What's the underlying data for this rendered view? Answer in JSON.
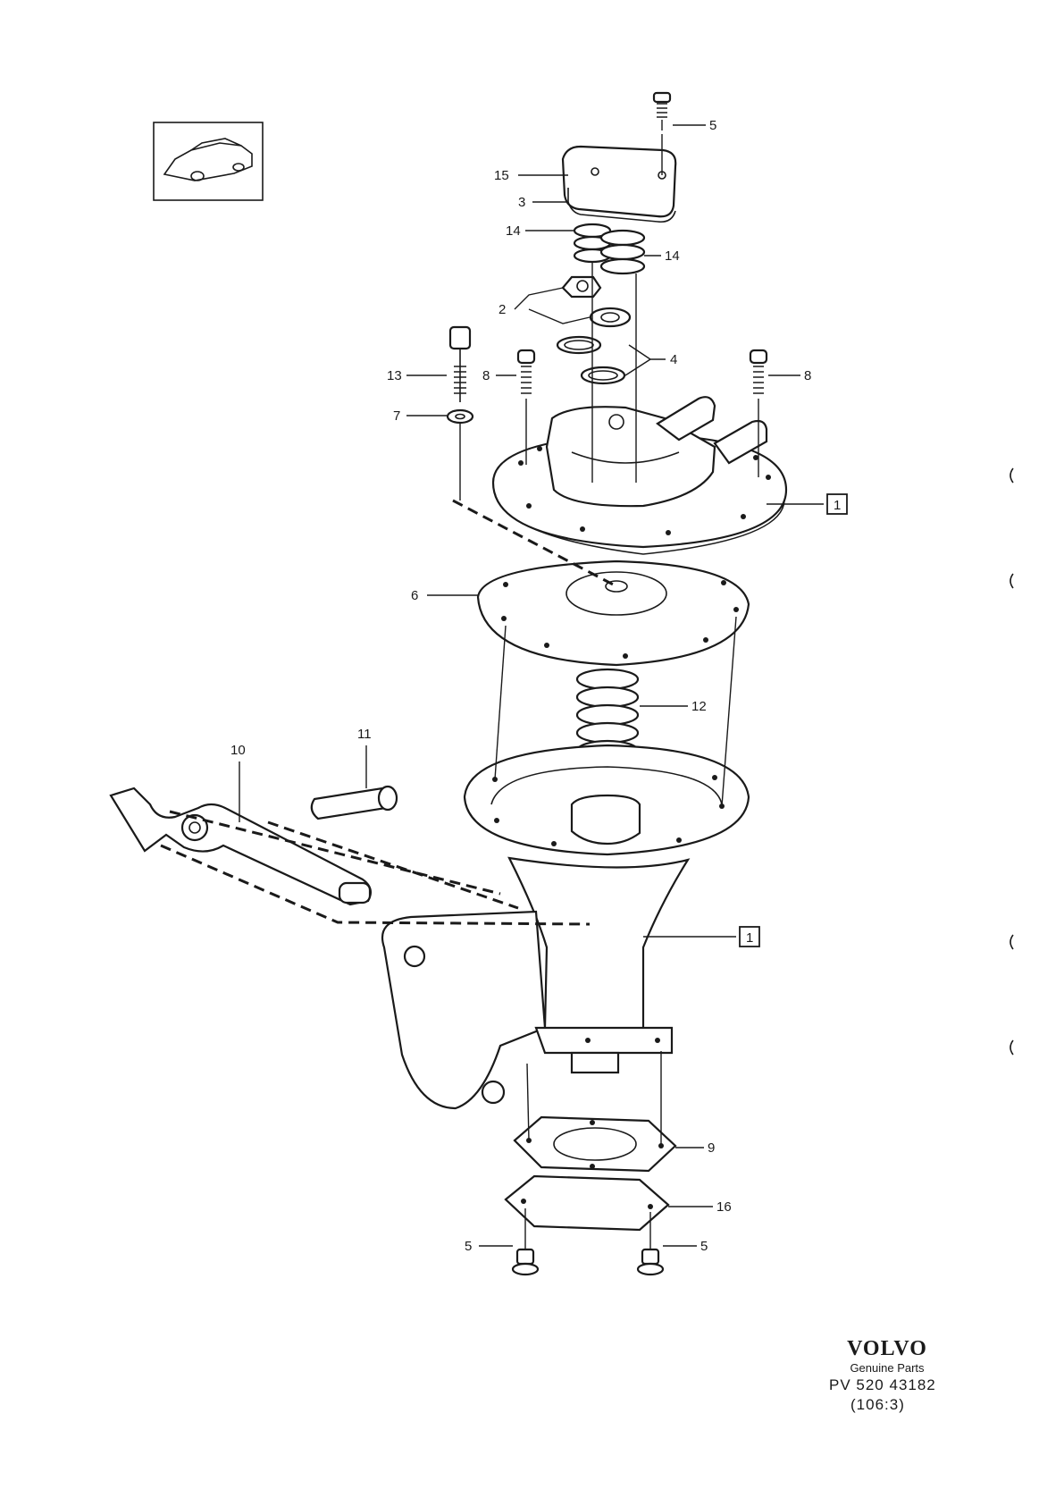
{
  "callouts": {
    "c5_top": "5",
    "c15": "15",
    "c3": "3",
    "c14_left": "14",
    "c14_right": "14",
    "c2": "2",
    "c4": "4",
    "c13": "13",
    "c8_left": "8",
    "c8_right": "8",
    "c7": "7",
    "c1_upper": "1",
    "c6": "6",
    "c12": "12",
    "c10": "10",
    "c11": "11",
    "c1_lower": "1",
    "c9": "9",
    "c16": "16",
    "c5_bottom_left": "5",
    "c5_bottom_right": "5"
  },
  "footer": {
    "brand": "VOLVO",
    "tagline": "Genuine Parts",
    "code": "PV 520 43182",
    "sheet": "(106:3)"
  }
}
